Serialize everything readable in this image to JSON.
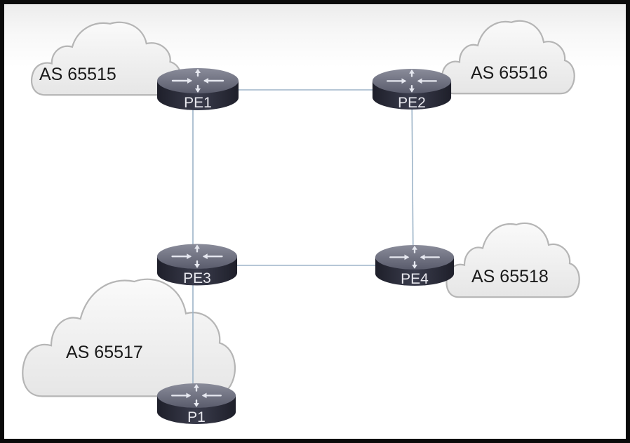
{
  "diagram": {
    "colors": {
      "link": "#9db4c8",
      "router_body": "#2b2c38",
      "router_top": "#6e7080",
      "cloud_fill": "#f1f1f1",
      "cloud_stroke": "#b8b8b8",
      "frame": "#0a0a0a"
    },
    "clouds": [
      {
        "id": "as65515",
        "label": "AS 65515"
      },
      {
        "id": "as65516",
        "label": "AS 65516"
      },
      {
        "id": "as65517",
        "label": "AS 65517"
      },
      {
        "id": "as65518",
        "label": "AS 65518"
      }
    ],
    "routers": [
      {
        "id": "pe1",
        "label": "PE1",
        "icon": "router-icon"
      },
      {
        "id": "pe2",
        "label": "PE2",
        "icon": "router-icon"
      },
      {
        "id": "pe3",
        "label": "PE3",
        "icon": "router-icon"
      },
      {
        "id": "pe4",
        "label": "PE4",
        "icon": "router-icon"
      },
      {
        "id": "p1",
        "label": "P1",
        "icon": "router-icon"
      }
    ],
    "links": [
      {
        "from": "PE1",
        "to": "PE2"
      },
      {
        "from": "PE1",
        "to": "PE3"
      },
      {
        "from": "PE2",
        "to": "PE4"
      },
      {
        "from": "PE3",
        "to": "PE4"
      },
      {
        "from": "PE3",
        "to": "P1"
      }
    ]
  }
}
